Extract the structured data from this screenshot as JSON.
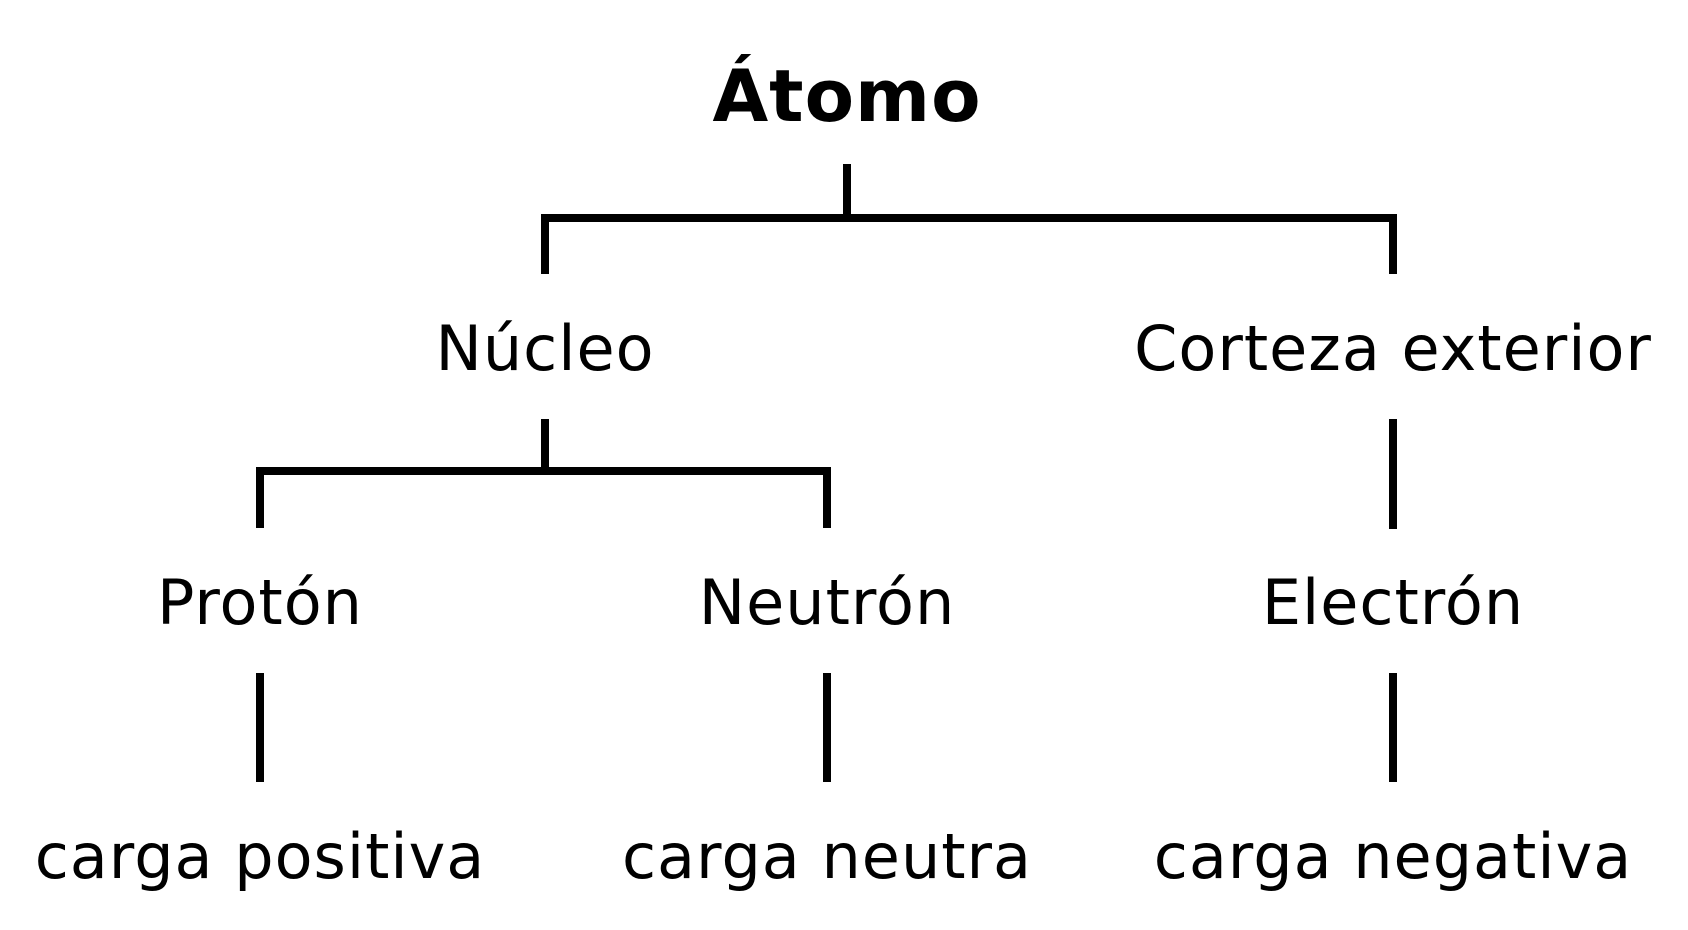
{
  "diagram": {
    "root": "Átomo",
    "level1": {
      "left": "Núcleo",
      "right": "Corteza exterior"
    },
    "level2": {
      "proton": "Protón",
      "neutron": "Neutrón",
      "electron": "Electrón"
    },
    "level3": {
      "proton_charge": "carga positiva",
      "neutron_charge": "carga neutra",
      "electron_charge": "carga negativa"
    }
  },
  "colors": {
    "background": "#ffffff",
    "ink": "#000000"
  }
}
